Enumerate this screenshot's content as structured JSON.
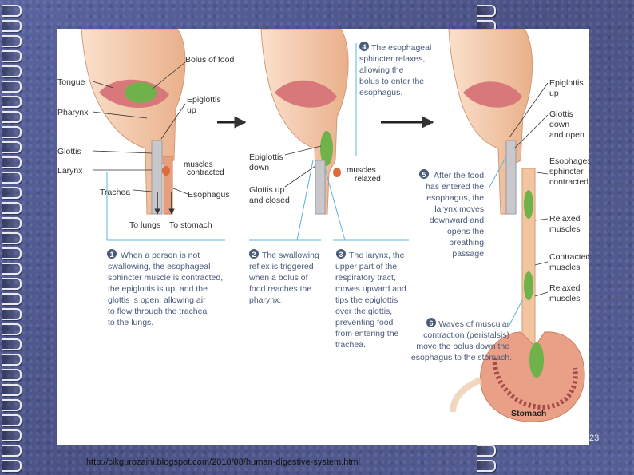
{
  "diagram": {
    "labels": {
      "bolus_of_food": "Bolus of food",
      "tongue": "Tongue",
      "epiglottis_up": [
        "Epiglottis",
        "up"
      ],
      "pharynx": "Pharynx",
      "glottis": "Glottis",
      "larynx": "Larynx",
      "muscles_contracted": [
        "muscles",
        "contracted"
      ],
      "trachea": "Trachea",
      "esophagus": "Esophagus",
      "to_lungs": "To lungs",
      "to_stomach": "To stomach",
      "epiglottis_down": [
        "Epiglottis",
        "down"
      ],
      "glottis_up_closed": [
        "Glottis up",
        "and closed"
      ],
      "muscles_relaxed": [
        "muscles",
        "relaxed"
      ],
      "right_epiglottis_up": [
        "Epiglottis",
        "up"
      ],
      "glottis_down_open": [
        "Glottis",
        "down",
        "and open"
      ],
      "sphincter_contracted": [
        "Esophageal",
        "sphincter",
        "contracted"
      ],
      "relaxed_muscles_1": [
        "Relaxed",
        "muscles"
      ],
      "contracted_muscles": [
        "Contracted",
        "muscles"
      ],
      "relaxed_muscles_2": [
        "Relaxed",
        "muscles"
      ],
      "stomach": "Stomach"
    },
    "steps": {
      "step1": [
        "When a person is not",
        "swallowing, the esophageal",
        "sphincter muscle is contracted,",
        "the epiglottis is up, and the",
        "glottis is open, allowing air",
        "to flow through the trachea",
        "to the lungs."
      ],
      "step2": [
        "The swallowing",
        "reflex is triggered",
        "when a bolus of",
        "food reaches the",
        "pharynx."
      ],
      "step3": [
        "The larynx, the",
        "upper part of the",
        "respiratory tract,",
        "moves upward and",
        "tips the epiglottis",
        "over the glottis,",
        "preventing food",
        "from entering the",
        "trachea."
      ],
      "step4": [
        "The esophageal",
        "sphincter relaxes,",
        "allowing the",
        "bolus to enter the",
        "esophagus."
      ],
      "step5": [
        "After the food",
        "has entered the",
        "esophagus, the",
        "larynx moves",
        "downward and",
        "opens the",
        "breathing",
        "passage."
      ],
      "step6": [
        "Waves of muscular",
        "contraction (peristalsis)",
        "move the bolus down the",
        "esophagus to the stomach."
      ]
    },
    "step_numbers": [
      "1",
      "2",
      "3",
      "4",
      "5",
      "6"
    ]
  },
  "slide_number": "23",
  "source_url": "http://cikgurozaini.blogspot.com/2010/08/human-digestive-system.html",
  "colors": {
    "background": "#4d5689",
    "accent_step": "#4a5a7a",
    "leader_line": "#5bb5d8",
    "bolus": "#6fb24a",
    "tissue": "#f2c4a0"
  }
}
